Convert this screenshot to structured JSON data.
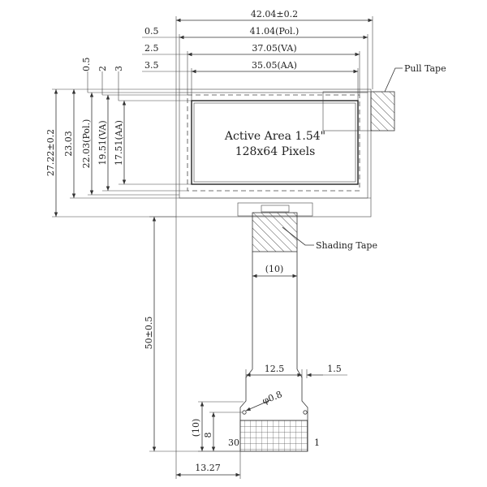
{
  "dims": {
    "top": [
      "42.04±0.2",
      "41.04(Pol.)",
      "37.05(VA)",
      "35.05(AA)"
    ],
    "top_offsets": [
      "0.5",
      "2.5",
      "3.5"
    ],
    "left_top_offsets": [
      "0.5",
      "2",
      "3"
    ],
    "left": [
      "27.22±0.2",
      "23.03",
      "22.03(Pol.)",
      "19.51(VA)",
      "17.51(AA)"
    ],
    "fpc_width": "(10)",
    "cable_length": "50±0.5",
    "pin_span": "12.5",
    "pin_edge": "1.5",
    "hole_dia": "φ0.8",
    "stiffener_height": "(10)",
    "pin_height": "8",
    "pin_first": "30",
    "pin_last": "1",
    "bottom_offset": "13.27"
  },
  "labels": {
    "pull_tape": "Pull Tape",
    "shading_tape": "Shading Tape",
    "active_area_line1": "Active Area 1.54\"",
    "active_area_line2": "128x64 Pixels"
  }
}
